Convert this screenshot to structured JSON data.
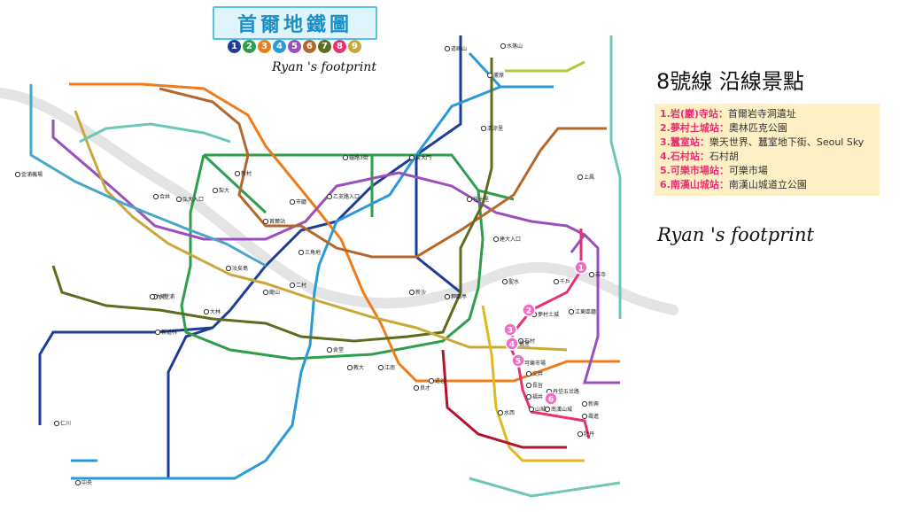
{
  "title": "首爾地鐵圖",
  "line_numbers": [
    {
      "num": "1",
      "color": "#1e3d97"
    },
    {
      "num": "2",
      "color": "#2d9e4a"
    },
    {
      "num": "3",
      "color": "#ef7c1c"
    },
    {
      "num": "4",
      "color": "#2a9ad6"
    },
    {
      "num": "5",
      "color": "#9b4fb8"
    },
    {
      "num": "6",
      "color": "#b5662a"
    },
    {
      "num": "7",
      "color": "#5e6c1f"
    },
    {
      "num": "8",
      "color": "#e8316f"
    },
    {
      "num": "9",
      "color": "#c9a83a"
    }
  ],
  "footprint_small": "Ryan 's footprint",
  "footprint_big": "Ryan 's footprint",
  "panel": {
    "title": "8號線  沿線景點",
    "spots": [
      {
        "station": "1.岩(巖)寺站：",
        "desc": "首爾岩寺洞遺址"
      },
      {
        "station": "2.夢村土城站：",
        "desc": "奧林匹克公園"
      },
      {
        "station": "3.蠶室站：",
        "desc": "樂天世界、蠶室地下街、Seoul Sky"
      },
      {
        "station": "4.石村站：",
        "desc": "石村胡"
      },
      {
        "station": "5.可樂市場站：",
        "desc": "可樂市場"
      },
      {
        "station": "6.南漢山城站：",
        "desc": "南漢山城道立公園"
      }
    ]
  },
  "stations": [
    {
      "name": "首爾站"
    },
    {
      "name": "市廳"
    },
    {
      "name": "鐘路3街"
    },
    {
      "name": "東大門"
    },
    {
      "name": "往十里"
    },
    {
      "name": "三角地"
    },
    {
      "name": "蠶室"
    },
    {
      "name": "江南"
    },
    {
      "name": "教大"
    },
    {
      "name": "舍堂"
    },
    {
      "name": "新道林"
    },
    {
      "name": "合井"
    },
    {
      "name": "弘大入口"
    },
    {
      "name": "新村"
    },
    {
      "name": "梨大"
    },
    {
      "name": "乙支路入口"
    },
    {
      "name": "建大入口"
    },
    {
      "name": "聖水"
    },
    {
      "name": "石村"
    },
    {
      "name": "可樂市場"
    },
    {
      "name": "文井"
    },
    {
      "name": "長旨"
    },
    {
      "name": "福井"
    },
    {
      "name": "山城"
    },
    {
      "name": "南漢山城"
    },
    {
      "name": "丹垈五岔路"
    },
    {
      "name": "新興"
    },
    {
      "name": "壽進"
    },
    {
      "name": "牡丹"
    },
    {
      "name": "千戶"
    },
    {
      "name": "江東區廳"
    },
    {
      "name": "夢村土城"
    },
    {
      "name": "岩寺"
    },
    {
      "name": "金浦機場"
    },
    {
      "name": "汝矣島"
    },
    {
      "name": "永登浦"
    },
    {
      "name": "九老"
    },
    {
      "name": "仁川"
    },
    {
      "name": "大林"
    },
    {
      "name": "良才"
    },
    {
      "name": "水西"
    },
    {
      "name": "道谷"
    },
    {
      "name": "清涼里"
    },
    {
      "name": "上鳳"
    },
    {
      "name": "龍山"
    },
    {
      "name": "二村"
    },
    {
      "name": "新沙"
    },
    {
      "name": "狎鷗亭"
    },
    {
      "name": "蘆原"
    },
    {
      "name": "道峰山"
    },
    {
      "name": "水落山"
    },
    {
      "name": "中央"
    }
  ]
}
